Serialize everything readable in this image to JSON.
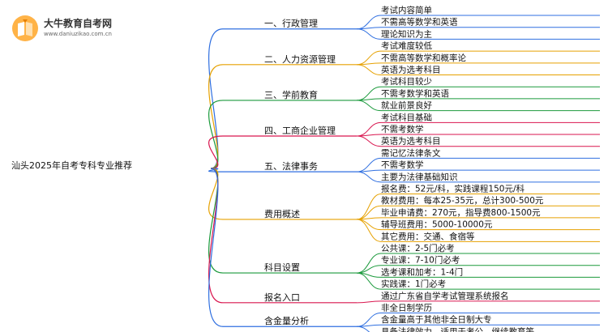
{
  "logo": {
    "title": "大牛教育自考网",
    "url": "www.daniuzikao.com.cn",
    "icon": "book-icon"
  },
  "root": {
    "label": "汕头2025年自考专科专业推荐"
  },
  "branches": [
    {
      "label": "一、行政管理",
      "color": "#2f6fe0",
      "leaves": [
        "考试内容简单",
        "不需高等数学和英语",
        "理论知识为主"
      ]
    },
    {
      "label": "二、人力资源管理",
      "color": "#e6a100",
      "leaves": [
        "考试难度较低",
        "不需高等数学和概率论",
        "英语为选考科目"
      ]
    },
    {
      "label": "三、学前教育",
      "color": "#1b9a3c",
      "leaves": [
        "考试科目较少",
        "不需考数学和英语",
        "就业前景良好"
      ]
    },
    {
      "label": "四、工商企业管理",
      "color": "#d9164f",
      "leaves": [
        "考试科目基础",
        "不需考数学",
        "英语为选考科目"
      ]
    },
    {
      "label": "五、法律事务",
      "color": "#2f6fe0",
      "leaves": [
        "需记忆法律条文",
        "不需考数学",
        "主要为法律基础知识"
      ]
    },
    {
      "label": "费用概述",
      "color": "#e6a100",
      "leaves": [
        "报名费：52元/科，实践课程150元/科",
        "教材费用：每本25-35元，总计300-500元",
        "毕业申请费：270元，指导费800-1500元",
        "辅导班费用：5000-10000元",
        "其它费用：交通、食宿等"
      ]
    },
    {
      "label": "科目设置",
      "color": "#1b9a3c",
      "leaves": [
        "公共课：2-5门必考",
        "专业课：7-10门必考",
        "选考课和加考：1-4门",
        "实践课：1门必考"
      ]
    },
    {
      "label": "报名入口",
      "color": "#d9164f",
      "leaves": [
        "通过广东省自学考试管理系统报名"
      ]
    },
    {
      "label": "含金量分析",
      "color": "#2f6fe0",
      "leaves": [
        "非全日制学历",
        "含金量高于其他非全日制大专",
        "具备法律效力，适用于考公、继续教育等"
      ]
    }
  ]
}
